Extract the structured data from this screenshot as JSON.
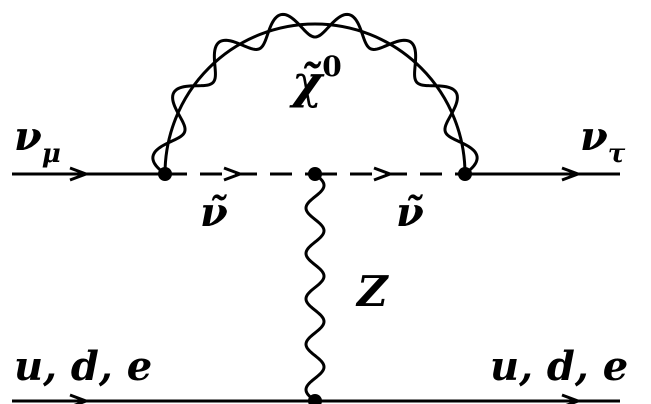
{
  "diagram": {
    "labels": {
      "nu_mu": "ν",
      "nu_mu_sub": "μ",
      "nu_tau": "ν",
      "nu_tau_sub": "τ",
      "chi_base": "χ̃",
      "chi_sup": "0",
      "sneutrino_left": "ν̃",
      "sneutrino_right": "ν̃",
      "z_boson": "Z",
      "fermions_left": "u, d, e",
      "fermions_right": "u, d, e"
    },
    "colors": {
      "line": "#000000",
      "background": "#ffffff"
    }
  }
}
